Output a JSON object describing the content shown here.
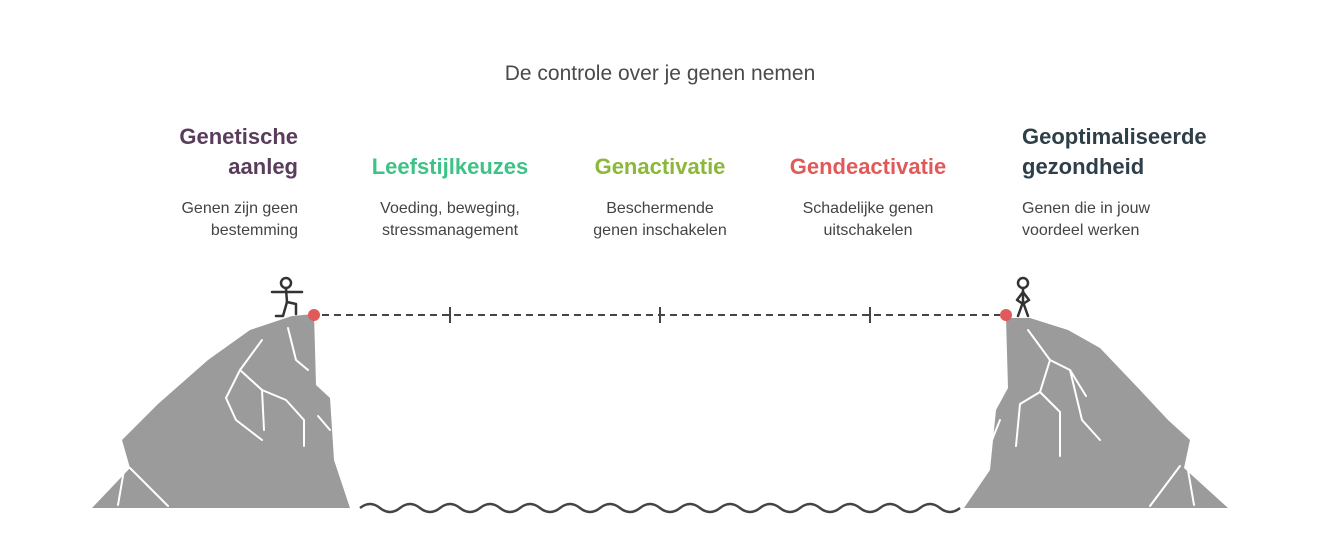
{
  "title": "De controle over je genen nemen",
  "stages": [
    {
      "heading_lines": [
        "Genetische",
        "aanleg"
      ],
      "description_lines": [
        "Genen zijn geen",
        "bestemming"
      ],
      "color": "#5a3d5c"
    },
    {
      "heading_lines": [
        "Leefstijlkeuzes"
      ],
      "description_lines": [
        "Voeding, beweging,",
        "stressmanagement"
      ],
      "color": "#3ec285"
    },
    {
      "heading_lines": [
        "Genactivatie"
      ],
      "description_lines": [
        "Beschermende",
        "genen inschakelen"
      ],
      "color": "#8bb83a"
    },
    {
      "heading_lines": [
        "Gendeactivatie"
      ],
      "description_lines": [
        "Schadelijke genen",
        "uitschakelen"
      ],
      "color": "#e05a5a"
    },
    {
      "heading_lines": [
        "Geoptimaliseerde",
        "gezondheid"
      ],
      "description_lines": [
        "Genen die in jouw",
        "voordeel werken"
      ],
      "color": "#2f3f4a"
    }
  ],
  "colors": {
    "cliff": "#9b9b9b",
    "rope": "#444444",
    "anchor": "#e05a5a",
    "water": "#444444"
  },
  "icons": [
    "walking-person-icon",
    "standing-person-icon"
  ]
}
